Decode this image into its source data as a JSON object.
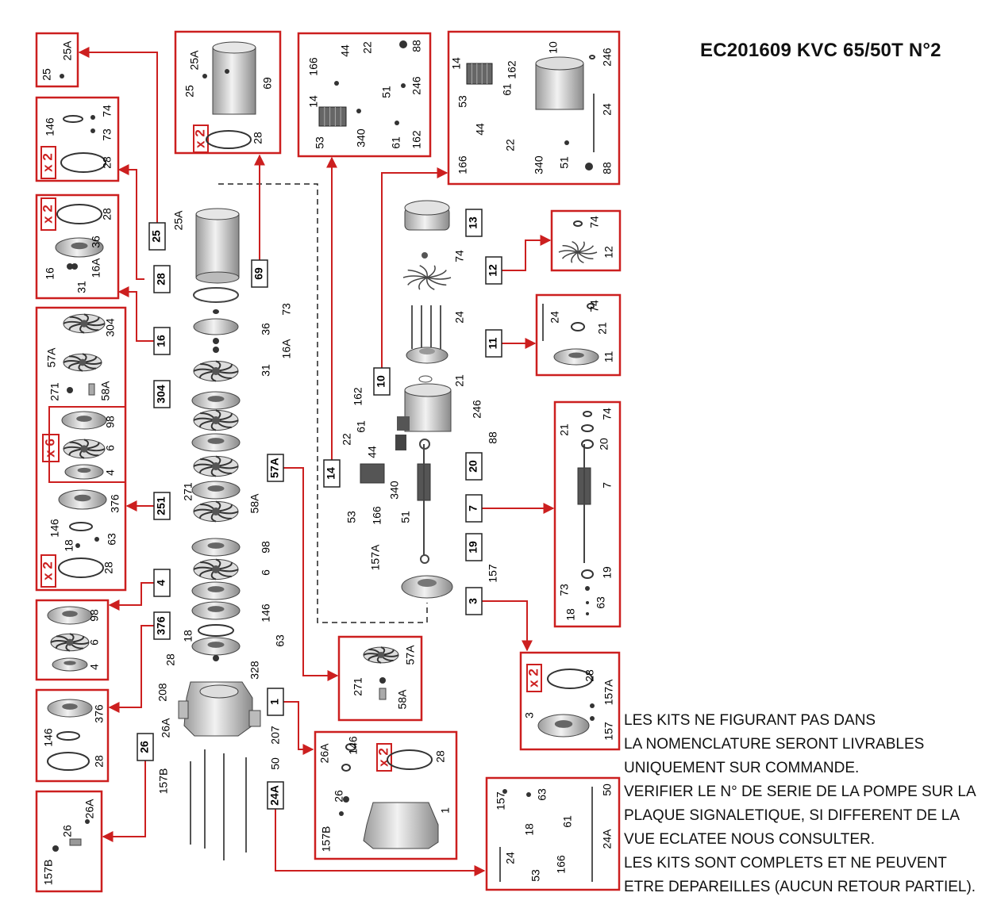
{
  "title": "EC201609 KVC 65/50T N°2",
  "notes": [
    "LES KITS NE FIGURANT PAS DANS",
    "LA NOMENCLATURE SERONT LIVRABLES",
    "UNIQUEMENT SUR COMMANDE.",
    "VERIFIER LE N° DE SERIE DE LA POMPE SUR LA",
    "PLAQUE SIGNALETIQUE, SI DIFFERENT DE LA",
    "VUE ECLATEE NOUS CONSULTER.",
    "LES KITS SONT COMPLETS ET NE PEUVENT",
    "ETRE DEPAREILLES (AUCUN RETOUR PARTIEL)."
  ],
  "colors": {
    "accent": "#cc1f1f",
    "line": "#222222",
    "part": "#cfcfcf"
  },
  "kit_tags": [
    "25",
    "28",
    "16",
    "304",
    "251",
    "4",
    "376",
    "26",
    "1",
    "24A",
    "57A",
    "69",
    "14",
    "10",
    "13",
    "12",
    "11",
    "20",
    "7",
    "19",
    "3"
  ],
  "pump_labels": [
    "25A",
    "73",
    "36",
    "16A",
    "31",
    "271",
    "58A",
    "98",
    "6",
    "18",
    "28",
    "146",
    "63",
    "328",
    "208",
    "26A",
    "207",
    "157B",
    "50"
  ],
  "motor_labels": [
    "74",
    "24",
    "21",
    "162",
    "61",
    "22",
    "246",
    "88",
    "44",
    "340",
    "53",
    "166",
    "51",
    "157A",
    "157"
  ],
  "kits": {
    "k25": {
      "items": [
        "25",
        "25A"
      ]
    },
    "k28": {
      "items": [
        "146",
        "74",
        "73",
        "28"
      ],
      "mult": "x 2"
    },
    "k16": {
      "items": [
        "28",
        "36",
        "16",
        "16A",
        "31"
      ],
      "mult": "x 2"
    },
    "k251": {
      "items": [
        "304",
        "57A",
        "271",
        "58A",
        "98",
        "6",
        "4",
        "376",
        "146",
        "18",
        "63",
        "28"
      ],
      "mult": "x 6",
      "mult2": "x 2"
    },
    "k4": {
      "items": [
        "98",
        "6",
        "4"
      ]
    },
    "k376": {
      "items": [
        "146",
        "376",
        "28"
      ]
    },
    "k26": {
      "items": [
        "157B",
        "26",
        "26A"
      ]
    },
    "k69": {
      "items": [
        "25",
        "25A",
        "69",
        "28"
      ],
      "mult": "x 2"
    },
    "k14": {
      "items": [
        "166",
        "44",
        "22",
        "88",
        "14",
        "51",
        "246",
        "53",
        "340",
        "61",
        "162"
      ]
    },
    "k10": {
      "items": [
        "14",
        "162",
        "10",
        "246",
        "53",
        "61",
        "24",
        "44",
        "22",
        "340",
        "51",
        "166",
        "88"
      ]
    },
    "k12": {
      "items": [
        "74",
        "12"
      ]
    },
    "k11": {
      "items": [
        "24",
        "74",
        "21",
        "11"
      ]
    },
    "k7": {
      "items": [
        "21",
        "74",
        "20",
        "7",
        "73",
        "19",
        "18",
        "63"
      ]
    },
    "k57A": {
      "items": [
        "57A",
        "271",
        "58A"
      ]
    },
    "k1": {
      "items": [
        "26A",
        "146",
        "28",
        "26",
        "1",
        "157B"
      ],
      "mult": "x 2"
    },
    "k3": {
      "items": [
        "28",
        "157A",
        "3",
        "157"
      ],
      "mult": "x 2"
    },
    "k24A": {
      "items": [
        "157",
        "63",
        "50",
        "18",
        "61",
        "24A",
        "24",
        "53",
        "166"
      ]
    }
  }
}
